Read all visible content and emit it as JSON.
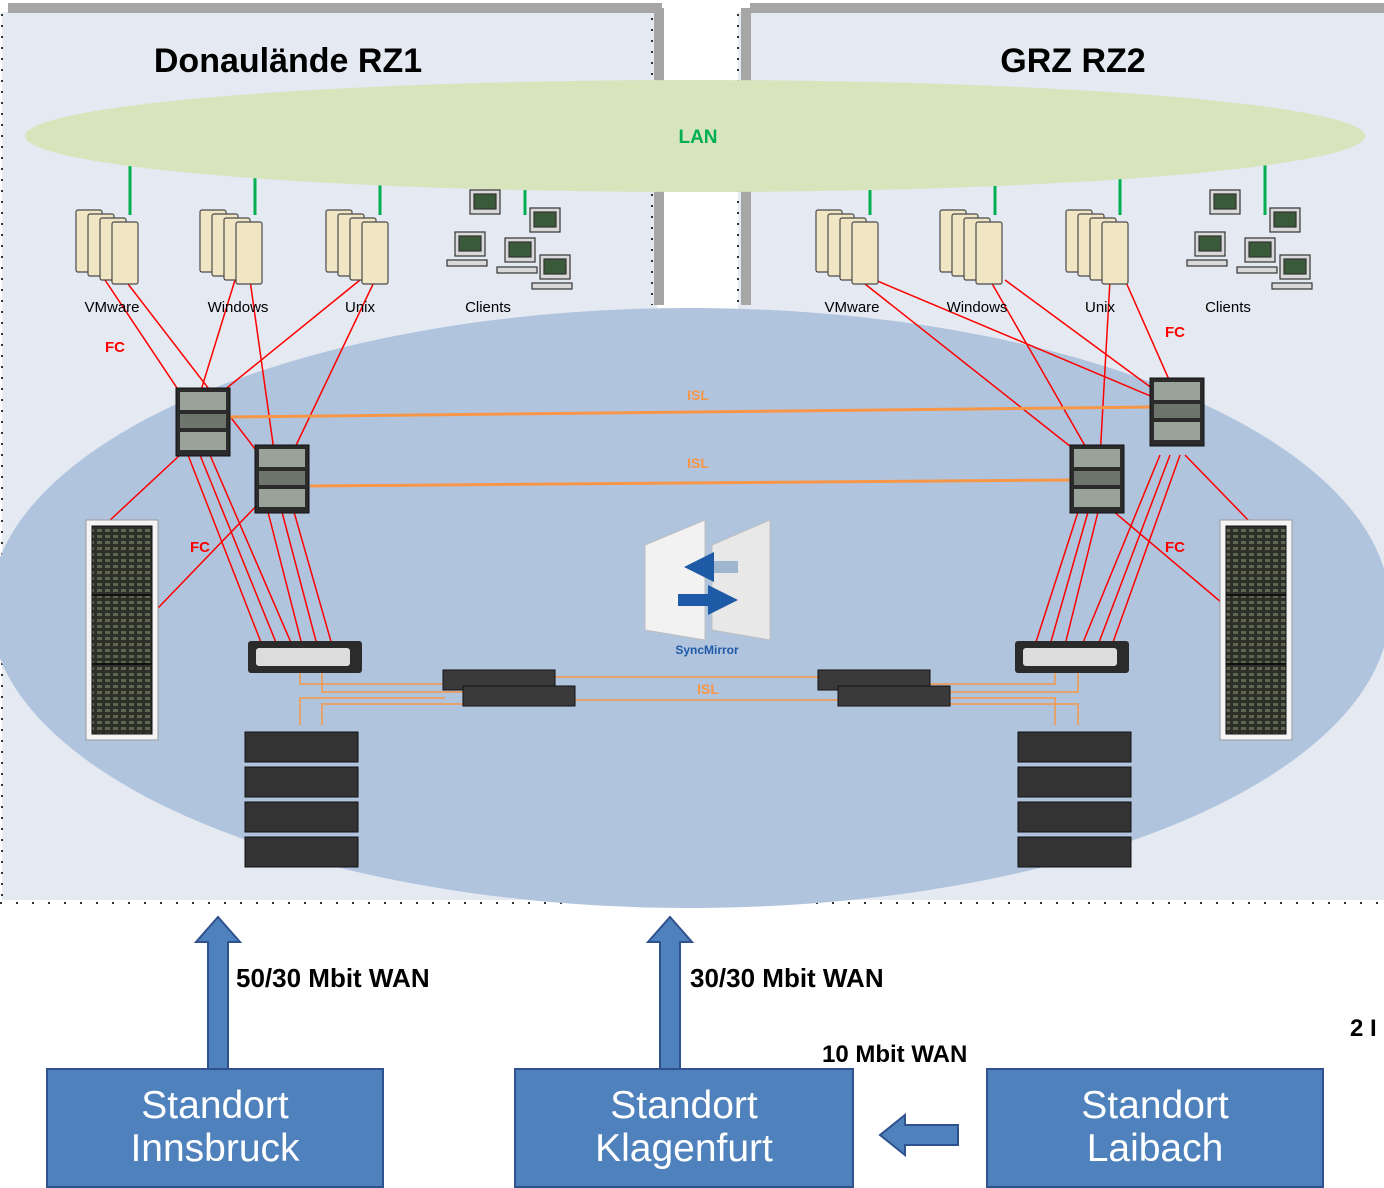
{
  "datacenters": {
    "left_title": "Donaulände RZ1",
    "right_title": "GRZ RZ2"
  },
  "lan_label": "LAN",
  "server_groups": {
    "left": [
      "VMware",
      "Windows",
      "Unix",
      "Clients"
    ],
    "right": [
      "VMware",
      "Windows",
      "Unix",
      "Clients"
    ]
  },
  "link_labels": {
    "fc": "FC",
    "isl": "ISL",
    "syncmirror": "SyncMirror"
  },
  "wan_links": {
    "innsbruck": "50/30 Mbit WAN",
    "klagenfurt": "30/30 Mbit WAN",
    "laibach": "10 Mbit WAN",
    "cutoff": "2 I"
  },
  "sites": [
    {
      "line1": "Standort",
      "line2": "Innsbruck"
    },
    {
      "line1": "Standort",
      "line2": "Klagenfurt"
    },
    {
      "line1": "Standort",
      "line2": "Laibach"
    }
  ],
  "colors": {
    "lan": "#d7e4bc",
    "san": "#b0c4de",
    "fc_line": "#ff0000",
    "isl_line": "#f79646",
    "site_box": "#4f81bd",
    "lan_drop": "#00b050"
  }
}
